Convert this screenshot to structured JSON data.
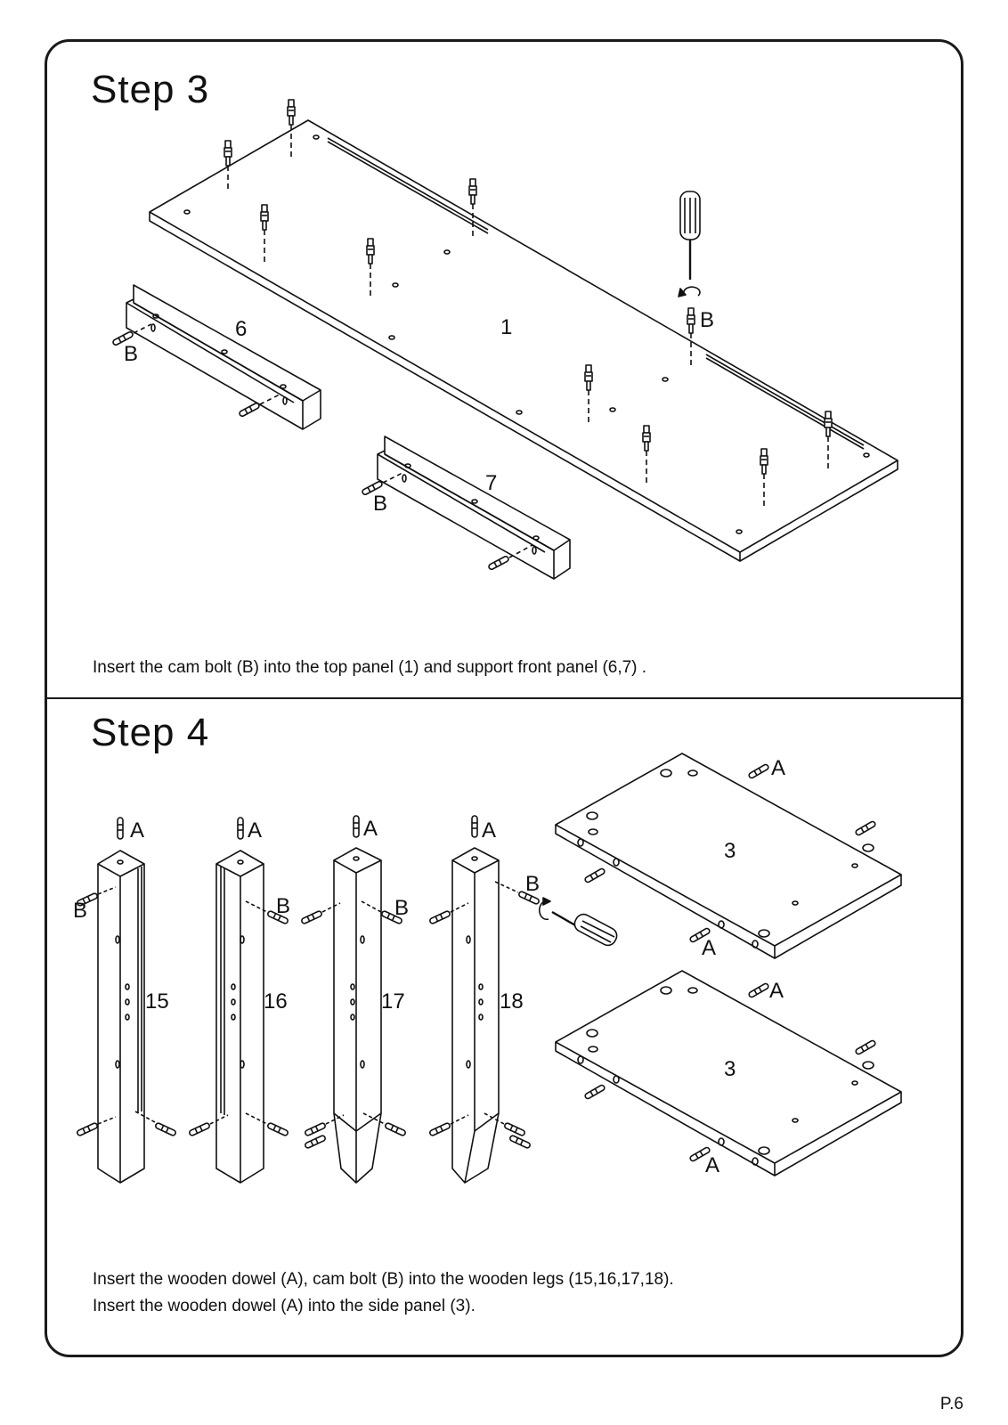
{
  "step3": {
    "title": "Step  3",
    "caption": "Insert the cam bolt (B) into the top panel (1) and support  front panel (6,7) .",
    "labels": {
      "panel_top": "1",
      "panel_6": "6",
      "panel_7": "7",
      "bolt": "B"
    }
  },
  "step4": {
    "title": "Step  4",
    "caption_lines": [
      "Insert the wooden dowel (A), cam bolt (B) into the wooden legs (15,16,17,18).",
      "Insert the wooden dowel (A) into the side panel (3)."
    ],
    "legs": [
      "15",
      "16",
      "17",
      "18"
    ],
    "panel": "3",
    "dowel": "A",
    "bolt": "B"
  },
  "page_number": "P.6"
}
